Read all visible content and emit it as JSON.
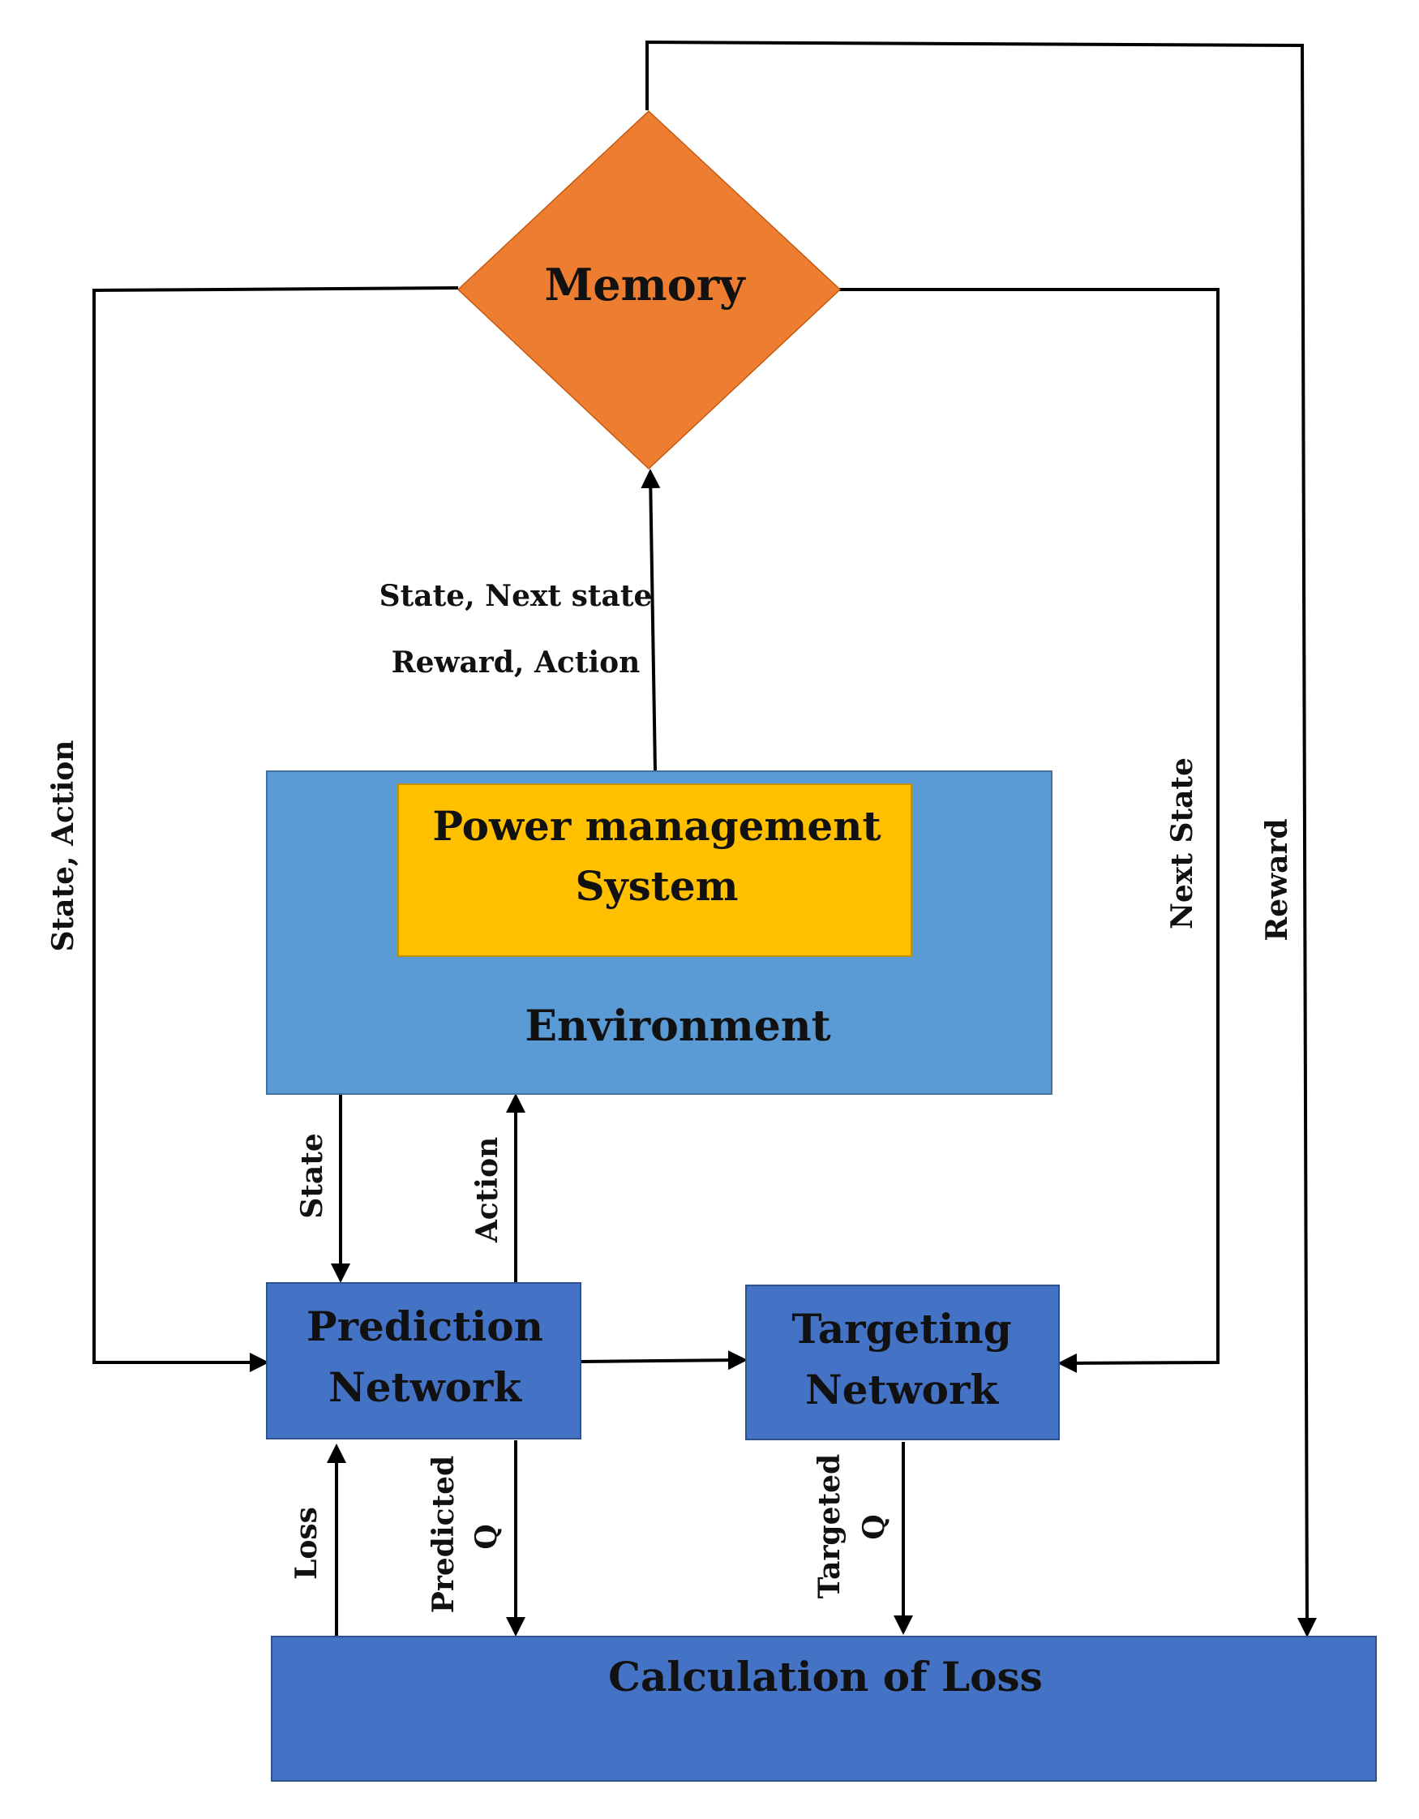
{
  "nodes": {
    "memory": {
      "label": "Memory",
      "color": "#ED7D31"
    },
    "environment": {
      "label": "Environment",
      "color": "#5B9BD5"
    },
    "power_management": {
      "line1": "Power management",
      "line2": "System",
      "color": "#FFC000"
    },
    "prediction_network": {
      "line1": "Prediction",
      "line2": "Network",
      "color": "#4472C4"
    },
    "targeting_network": {
      "line1": "Targeting",
      "line2": "Network",
      "color": "#4472C4"
    },
    "calculation_of_loss": {
      "label": "Calculation of Loss",
      "color": "#4472C4"
    }
  },
  "edges": {
    "experience_to_memory": {
      "line1": "State, Next state",
      "line2": "Reward, Action"
    },
    "memory_to_prediction": {
      "label": "State, Action"
    },
    "memory_to_targeting": {
      "label": "Next State"
    },
    "memory_to_loss": {
      "label": "Reward"
    },
    "env_to_prediction": {
      "label": "State"
    },
    "prediction_to_env": {
      "label": "Action"
    },
    "loss_to_prediction": {
      "label": "Loss"
    },
    "prediction_to_loss": {
      "line1": "Predicted",
      "line2": "Q"
    },
    "targeting_to_loss": {
      "line1": "Targeted",
      "line2": "Q"
    }
  }
}
